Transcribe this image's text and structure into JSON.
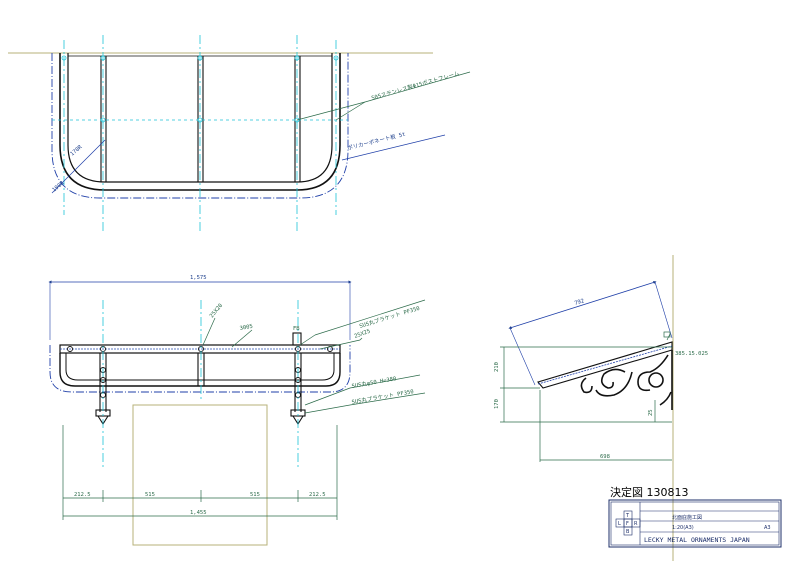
{
  "top_view": {
    "label_leader_a": "505ステンレス製Φ15ポストフレーム",
    "label_leader_b": "ポリカーボネート板 5t",
    "radius_label": "170R",
    "radius_label_2": "190R"
  },
  "front_view": {
    "overall_width": "1,575",
    "inner_width": "1,455",
    "dim_left": "212.5",
    "dim_mid_left": "515",
    "dim_mid_right": "515",
    "dim_right": "212.5",
    "label_25x20": "25X20",
    "label_3005": "3005",
    "label_fb": "FB",
    "label_25x25": "25X25",
    "label_bracket_a": "SUS丸ブラケット PF350",
    "label_bracket_b": "SUS丸φ50 H=380",
    "label_bracket_c": "SUS丸ブラケット PF350"
  },
  "side_view": {
    "slope_length": "792",
    "dim_height_upper": "210",
    "dim_height_lower": "170",
    "dim_depth": "698",
    "dim_angle": "385.15.025",
    "dim_small": "25"
  },
  "title_block": {
    "heading": "決定図 130813",
    "row_1": "北面庇施工図",
    "row_2": "1:20(A3)",
    "row_2_right": "A3",
    "company": "LECKY METAL ORNAMENTS JAPAN",
    "grid_letters": [
      "T",
      "L",
      "F",
      "R",
      "B"
    ]
  }
}
